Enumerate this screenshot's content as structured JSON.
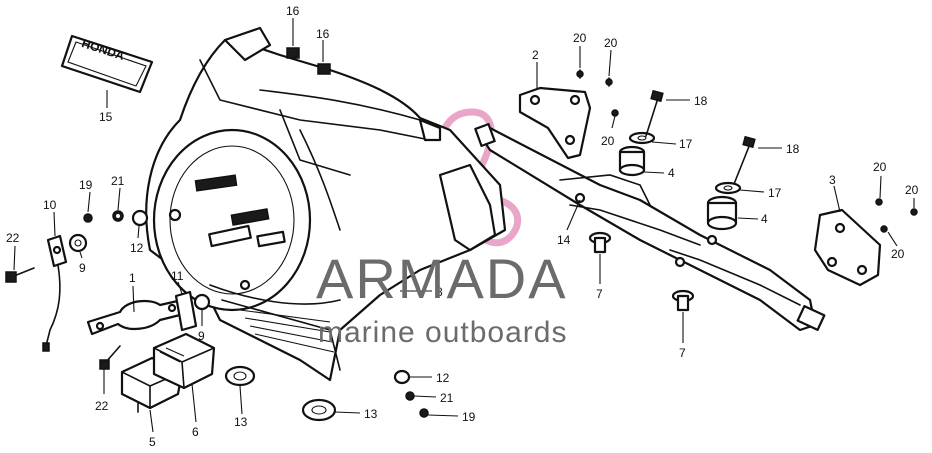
{
  "diagram": {
    "brand_plate_text": "HONDA",
    "callouts": [
      {
        "id": "c1",
        "label": "1"
      },
      {
        "id": "c2",
        "label": "2"
      },
      {
        "id": "c3",
        "label": "3"
      },
      {
        "id": "c4a",
        "label": "4"
      },
      {
        "id": "c4b",
        "label": "4"
      },
      {
        "id": "c5",
        "label": "5"
      },
      {
        "id": "c6",
        "label": "6"
      },
      {
        "id": "c7a",
        "label": "7"
      },
      {
        "id": "c7b",
        "label": "7"
      },
      {
        "id": "c8",
        "label": "8"
      },
      {
        "id": "c9a",
        "label": "9"
      },
      {
        "id": "c9b",
        "label": "9"
      },
      {
        "id": "c10",
        "label": "10"
      },
      {
        "id": "c11",
        "label": "11"
      },
      {
        "id": "c12a",
        "label": "12"
      },
      {
        "id": "c12b",
        "label": "12"
      },
      {
        "id": "c13a",
        "label": "13"
      },
      {
        "id": "c13b",
        "label": "13"
      },
      {
        "id": "c14",
        "label": "14"
      },
      {
        "id": "c15",
        "label": "15"
      },
      {
        "id": "c16a",
        "label": "16"
      },
      {
        "id": "c16b",
        "label": "16"
      },
      {
        "id": "c17a",
        "label": "17"
      },
      {
        "id": "c17b",
        "label": "17"
      },
      {
        "id": "c18a",
        "label": "18"
      },
      {
        "id": "c18b",
        "label": "18"
      },
      {
        "id": "c19a",
        "label": "19"
      },
      {
        "id": "c19b",
        "label": "19"
      },
      {
        "id": "c20a",
        "label": "20"
      },
      {
        "id": "c20b",
        "label": "20"
      },
      {
        "id": "c20c",
        "label": "20"
      },
      {
        "id": "c20d",
        "label": "20"
      },
      {
        "id": "c20e",
        "label": "20"
      },
      {
        "id": "c21a",
        "label": "21"
      },
      {
        "id": "c21b",
        "label": "21"
      },
      {
        "id": "c22a",
        "label": "22"
      },
      {
        "id": "c22b",
        "label": "22"
      }
    ]
  },
  "watermark": {
    "brand": "ARMADA",
    "tagline": "marine outboards",
    "colors": {
      "logo": "#e9a6c8",
      "text": "#6b6b6b"
    }
  }
}
